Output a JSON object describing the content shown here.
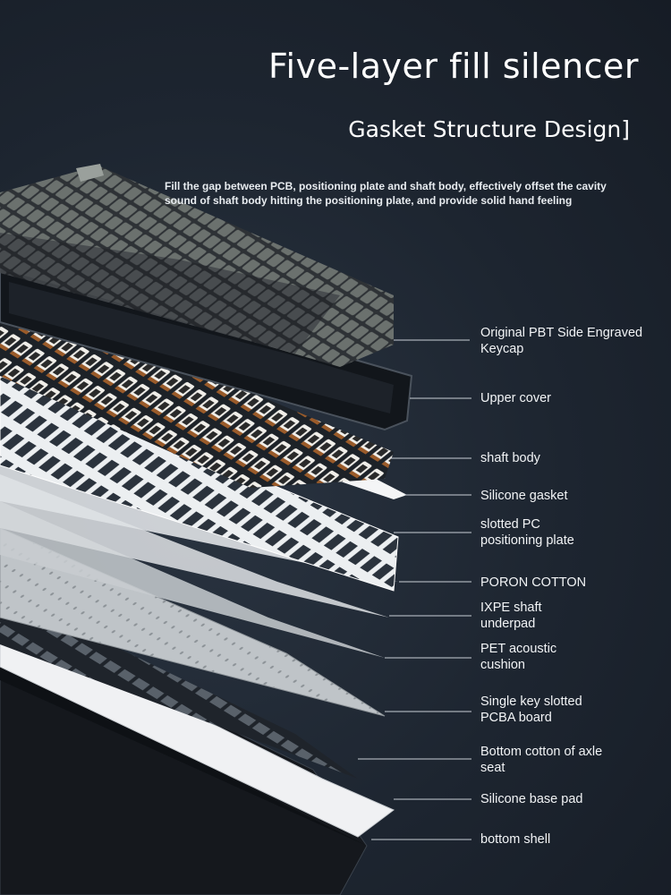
{
  "header": {
    "title": "Five-layer fill silencer",
    "subtitle": "Gasket Structure Design]",
    "description": "Fill the gap between PCB, positioning plate and shaft body, effectively offset the cavity sound of shaft body hitting the positioning plate, and provide solid hand feeling"
  },
  "layers": [
    {
      "label": "Original PBT Side Engraved Keycap"
    },
    {
      "label": "Upper cover"
    },
    {
      "label": "shaft body"
    },
    {
      "label": "Silicone gasket"
    },
    {
      "label": "slotted PC positioning plate"
    },
    {
      "label": "PORON COTTON"
    },
    {
      "label": "IXPE shaft underpad"
    },
    {
      "label": "PET acoustic cushion"
    },
    {
      "label": "Single key slotted PCBA board"
    },
    {
      "label": "Bottom cotton of axle seat"
    },
    {
      "label": "Silicone base pad"
    },
    {
      "label": "bottom shell"
    }
  ],
  "colors": {
    "background": "#1d2530",
    "keycap_dark": "#3c3f43",
    "keycap_grey": "#6d7370",
    "keycap_light": "#9aa09c",
    "plate_white": "#eef0f2",
    "pcb_grey": "#b9bec3",
    "shell_black": "#15181d"
  }
}
